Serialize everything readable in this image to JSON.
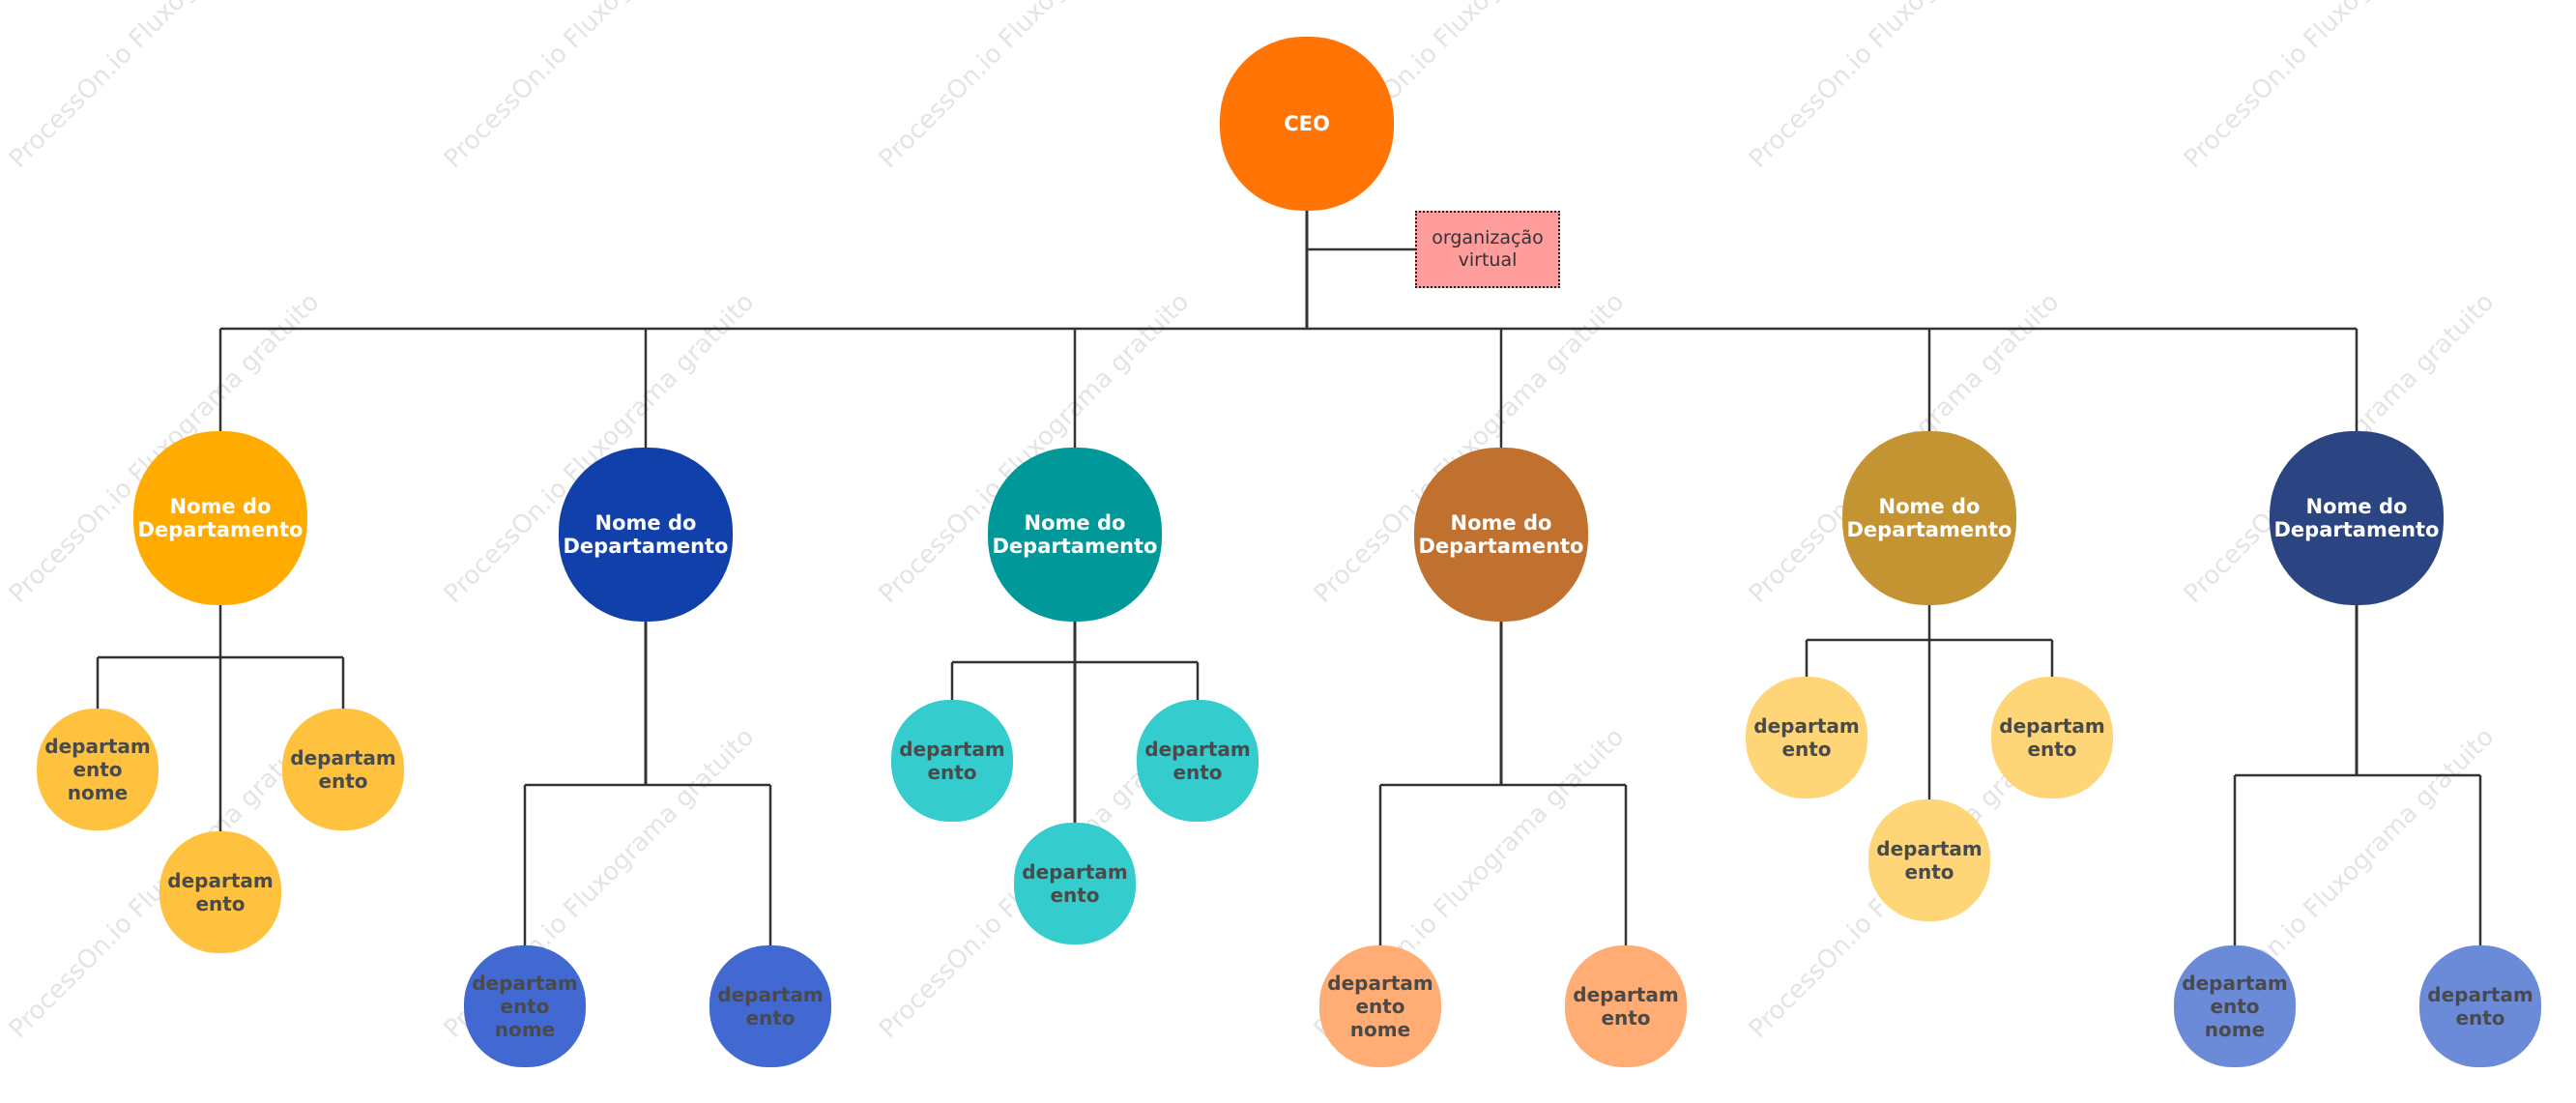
{
  "watermark": "ProcessOn.io Fluxograma gratuito",
  "ceo": {
    "label": "CEO",
    "color": "#ff7404"
  },
  "virtual_org": {
    "label": "organização\nvirtual",
    "color": "#ff9c9c"
  },
  "departments": [
    {
      "label": "Nome do\nDepartamento",
      "color": "#ffab00",
      "subs": [
        {
          "label": "departam\nento\nnome",
          "color": "#ffc23f"
        },
        {
          "label": "departam\nento",
          "color": "#ffc23f"
        },
        {
          "label": "departam\nento",
          "color": "#ffc23f"
        }
      ]
    },
    {
      "label": "Nome do\nDepartamento",
      "color": "#1240aa",
      "subs": [
        {
          "label": "departam\nento\nnome",
          "color": "#4169d1"
        },
        {
          "label": "departam\nento",
          "color": "#4169d1"
        }
      ]
    },
    {
      "label": "Nome do\nDepartamento",
      "color": "#009898",
      "subs": [
        {
          "label": "departam\nento",
          "color": "#34cccc"
        },
        {
          "label": "departam\nento",
          "color": "#34cccc"
        },
        {
          "label": "departam\nento",
          "color": "#34cccc"
        }
      ]
    },
    {
      "label": "Nome do\nDepartamento",
      "color": "#c0712f",
      "subs": [
        {
          "label": "departam\nento\nnome",
          "color": "#ffad74"
        },
        {
          "label": "departam\nento",
          "color": "#ffad74"
        }
      ]
    },
    {
      "label": "Nome do\nDepartamento",
      "color": "#c49432",
      "subs": [
        {
          "label": "departam\nento",
          "color": "#ffd677"
        },
        {
          "label": "departam\nento",
          "color": "#ffd677"
        },
        {
          "label": "departam\nento",
          "color": "#ffd677"
        }
      ]
    },
    {
      "label": "Nome do\nDepartamento",
      "color": "#2b4482",
      "subs": [
        {
          "label": "departam\nento\nnome",
          "color": "#6b8ad8"
        },
        {
          "label": "departam\nento",
          "color": "#6b8ad8"
        }
      ]
    }
  ],
  "line_color": "#333333"
}
